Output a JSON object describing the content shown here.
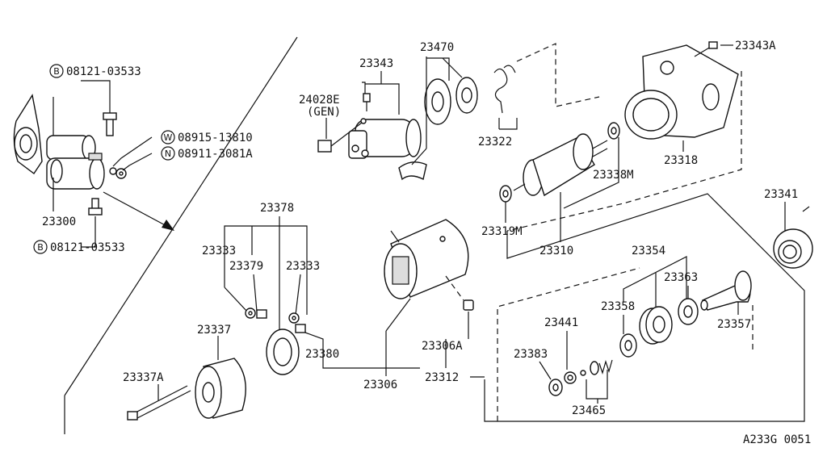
{
  "labels": {
    "p08121_top": "08121-03533",
    "p08915": "08915-13810",
    "p08911": "08911-3081A",
    "p23300": "23300",
    "p08121_bot": "08121-03533",
    "p23343": "23343",
    "p24028e": "24028E",
    "gen": "(GEN)",
    "p23470": "23470",
    "p23322": "23322",
    "p23343a": "23343A",
    "p23318": "23318",
    "p23338m": "23338M",
    "p23319m": "23319M",
    "p23310": "23310",
    "p23341": "23341",
    "p23378": "23378",
    "p23333a": "23333",
    "p23379": "23379",
    "p23333b": "23333",
    "p23337": "23337",
    "p23380": "23380",
    "p23337a": "23337A",
    "p23306": "23306",
    "p23306a": "23306A",
    "p23312": "23312",
    "p23354": "23354",
    "p23363": "23363",
    "p23358": "23358",
    "p23357": "23357",
    "p23441": "23441",
    "p23383": "23383",
    "p23465": "23465",
    "code": "A233G 0051"
  },
  "markers": {
    "b": "B",
    "w": "W",
    "n": "N"
  }
}
